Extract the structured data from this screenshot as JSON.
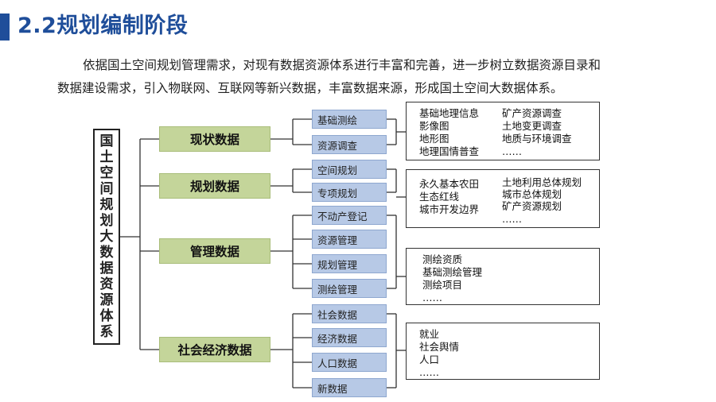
{
  "header": {
    "title": "2.2规划编制阶段"
  },
  "intro": {
    "line1": "依据国土空间规划管理需求，对现有数据资源体系进行丰富和完善，进一步树立数据资源目录和",
    "line2": "数据建设需求，引入物联网、互联网等新兴数据，丰富数据来源，形成国土空间大数据体系。"
  },
  "diagram": {
    "root": "国土空间规划大数据资源体系",
    "categories": [
      {
        "label": "现状数据",
        "subs": [
          "基础测绘",
          "资源调查"
        ],
        "items": [
          "基础地理信息",
          "矿产资源调查",
          "影像图",
          "土地变更调查",
          "地形图",
          "地质与环境调查",
          "地理国情普查",
          "……"
        ]
      },
      {
        "label": "规划数据",
        "subs": [
          "空间规划",
          "专项规划"
        ],
        "items": [
          "永久基本农田",
          "土地利用总体规划",
          "生态红线",
          "城市总体规划",
          "城市开发边界",
          "矿产资源规划",
          "……"
        ]
      },
      {
        "label": "管理数据",
        "subs": [
          "不动产登记",
          "资源管理",
          "规划管理",
          "测绘管理"
        ],
        "items": [
          "测绘资质",
          "基础测绘管理",
          "测绘项目",
          "……"
        ]
      },
      {
        "label": "社会经济数据",
        "subs": [
          "社会数据",
          "经济数据",
          "人口数据",
          "新数据"
        ],
        "items": [
          "就业",
          "社会舆情",
          "人口",
          "……"
        ]
      }
    ]
  }
}
